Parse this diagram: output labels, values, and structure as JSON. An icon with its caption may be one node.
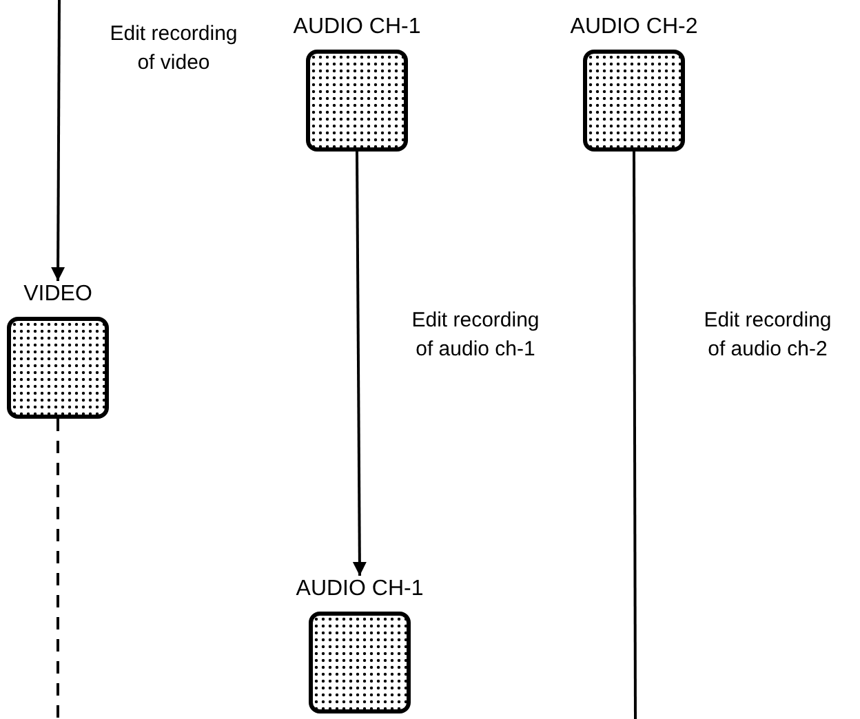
{
  "diagram": {
    "nodes": [
      {
        "text": [
          "AUDIO CH-1"
        ]
      },
      {
        "text": [
          "AUDIO CH-2"
        ]
      },
      {
        "text": [
          "VIDEO"
        ]
      },
      {
        "text": [
          "AUDIO CH-1"
        ]
      }
    ],
    "edges": [
      {
        "from": null,
        "to": 2,
        "arrow": "to",
        "label": "Edit recording of video"
      },
      {
        "from": 0,
        "to": 3,
        "arrow": "to",
        "label": "Edit recording of audio ch-1"
      },
      {
        "from": 1,
        "to": null,
        "arrow": "none",
        "label": "Edit recording of audio ch-2"
      },
      {
        "from": 2,
        "to": null,
        "arrow": "none",
        "style": "dashed"
      }
    ]
  }
}
